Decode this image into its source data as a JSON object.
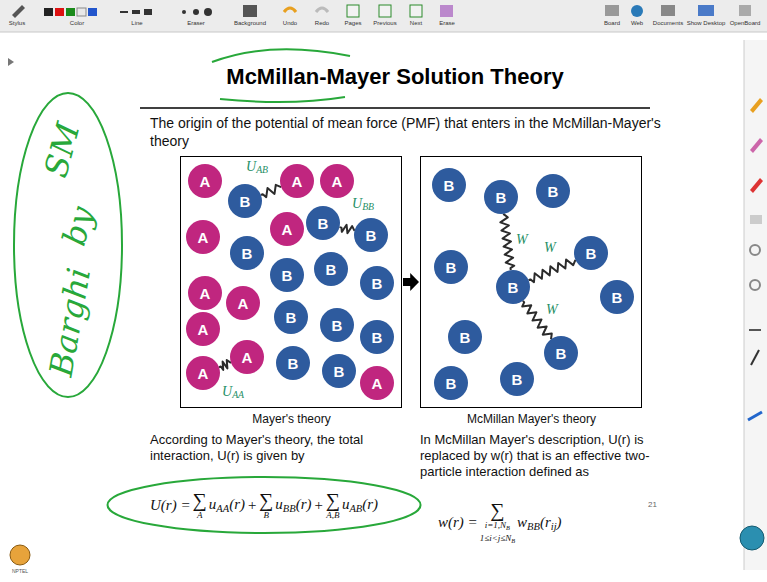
{
  "diagram": {
    "title": "McMillan-Mayer Solution Theory",
    "nodes": [
      {
        "text": [
          "Mayer's theory"
        ]
      },
      {
        "text": [
          "A"
        ],
        "in": 0
      },
      {
        "text": [
          "B"
        ],
        "in": 0
      },
      {
        "text": [
          "A"
        ],
        "in": 0
      },
      {
        "text": [
          "A"
        ],
        "in": 0
      },
      {
        "text": [
          "A"
        ],
        "in": 0
      },
      {
        "text": [
          "B"
        ],
        "in": 0
      },
      {
        "text": [
          "A"
        ],
        "in": 0
      },
      {
        "text": [
          "B"
        ],
        "in": 0
      },
      {
        "text": [
          "B"
        ],
        "in": 0
      },
      {
        "text": [
          "A"
        ],
        "in": 0
      },
      {
        "text": [
          "B"
        ],
        "in": 0
      },
      {
        "text": [
          "B"
        ],
        "in": 0
      },
      {
        "text": [
          "B"
        ],
        "in": 0
      },
      {
        "text": [
          "A"
        ],
        "in": 0
      },
      {
        "text": [
          "B"
        ],
        "in": 0
      },
      {
        "text": [
          "A"
        ],
        "in": 0
      },
      {
        "text": [
          "A"
        ],
        "in": 0
      },
      {
        "text": [
          "A"
        ],
        "in": 0
      },
      {
        "text": [
          "B"
        ],
        "in": 0
      },
      {
        "text": [
          "B"
        ],
        "in": 0
      },
      {
        "text": [
          "B"
        ],
        "in": 0
      },
      {
        "text": [
          "B"
        ],
        "in": 0
      },
      {
        "text": [
          "A"
        ],
        "in": 0
      },
      {
        "text": [
          "McMillan Mayer's theory"
        ]
      },
      {
        "text": [
          "B"
        ],
        "in": 24
      },
      {
        "text": [
          "B"
        ],
        "in": 24
      },
      {
        "text": [
          "B"
        ],
        "in": 24
      },
      {
        "text": [
          "B"
        ],
        "in": 24
      },
      {
        "text": [
          "B"
        ],
        "in": 24
      },
      {
        "text": [
          "B"
        ],
        "in": 24
      },
      {
        "text": [
          "B"
        ],
        "in": 24
      },
      {
        "text": [
          "B"
        ],
        "in": 24
      },
      {
        "text": [
          "B"
        ],
        "in": 24
      },
      {
        "text": [
          "B"
        ],
        "in": 24
      },
      {
        "text": [
          "B"
        ],
        "in": 24
      }
    ],
    "edges": [
      {
        "from": 0,
        "to": 24,
        "arrow": "to"
      },
      {
        "from": 2,
        "to": 3,
        "label": "UAB",
        "arrow": "none"
      },
      {
        "from": 8,
        "to": 9,
        "label": "UBB",
        "arrow": "none"
      },
      {
        "from": 16,
        "to": 17,
        "label": "UAA",
        "arrow": "none"
      },
      {
        "from": 30,
        "to": 26,
        "label": "W",
        "arrow": "none"
      },
      {
        "from": 30,
        "to": 29,
        "label": "W",
        "arrow": "none"
      },
      {
        "from": 30,
        "to": 31,
        "label": "W",
        "arrow": "none"
      }
    ],
    "labels": [
      "Stylus",
      "Color",
      "Line",
      "Eraser",
      "Background",
      "Undo",
      "Redo",
      "Pages",
      "Previous",
      "Next",
      "Erase",
      "Board",
      "Web",
      "Documents",
      "Show Desktop",
      "OpenBoard",
      "The origin of the potential of mean force (PMF) that enters in the McMillan-Mayer's theory",
      "According to Mayer's theory, the total interaction, U(r) is given by",
      "U(r) =",
      "∑",
      "A",
      "uAA(r)",
      "+",
      "∑",
      "B",
      "uBB(r)",
      "+",
      "∑",
      "A,B",
      "uAB(r)",
      "In McMillan Mayer's description, U(r) is replaced by w(r) that is an effective two-particle interaction defined as",
      "w(r) =",
      "∑",
      "i=1,NB",
      "1≤i<j≤NB",
      "wBB(rij)",
      "21",
      "SM",
      "by",
      "Barghi",
      "NPTEL"
    ]
  }
}
